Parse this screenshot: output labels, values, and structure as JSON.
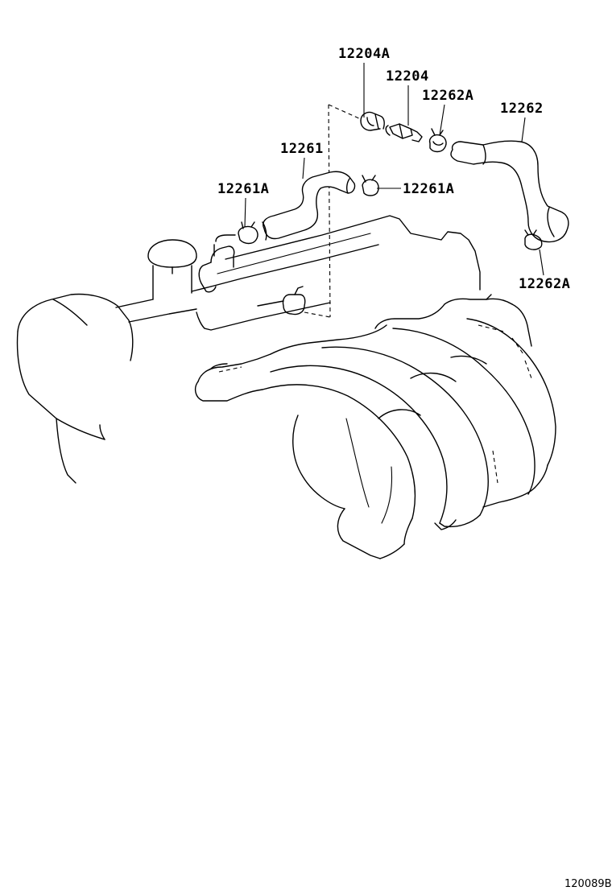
{
  "diagram": {
    "labels": {
      "p12204A": "12204A",
      "p12204": "12204",
      "p12262A_top": "12262A",
      "p12262": "12262",
      "p12261": "12261",
      "p12261A_left": "12261A",
      "p12261A_right": "12261A",
      "p12262A_bottom": "12262A"
    },
    "figure_id": "120089B"
  }
}
